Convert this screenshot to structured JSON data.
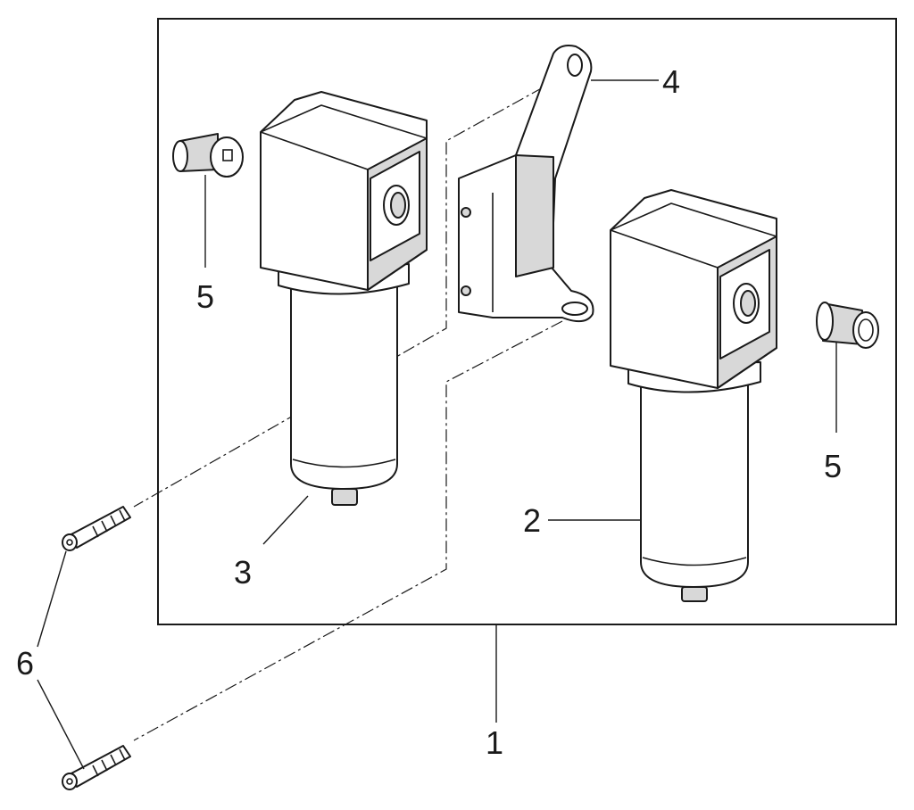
{
  "callouts": {
    "label_1": "1",
    "label_2": "2",
    "label_3": "3",
    "label_4": "4",
    "label_5_left": "5",
    "label_5_right": "5",
    "label_6": "6"
  }
}
